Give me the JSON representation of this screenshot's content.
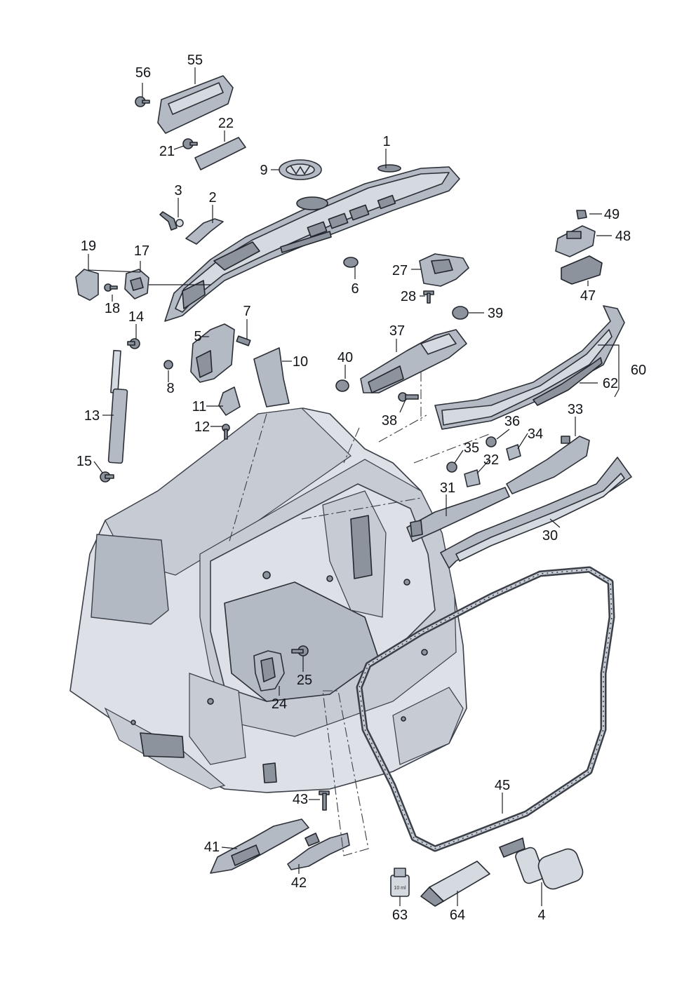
{
  "diagram": {
    "callouts": [
      "56",
      "55",
      "22",
      "21",
      "1",
      "9",
      "3",
      "2",
      "19",
      "17",
      "18",
      "6",
      "27",
      "28",
      "49",
      "48",
      "47",
      "39",
      "37",
      "7",
      "5",
      "10",
      "14",
      "40",
      "8",
      "11",
      "12",
      "13",
      "38",
      "60",
      "62",
      "33",
      "36",
      "34",
      "35",
      "32",
      "15",
      "31",
      "30",
      "25",
      "24",
      "45",
      "43",
      "41",
      "42",
      "63",
      "64",
      "4"
    ],
    "tube_marking": "10 ml"
  }
}
